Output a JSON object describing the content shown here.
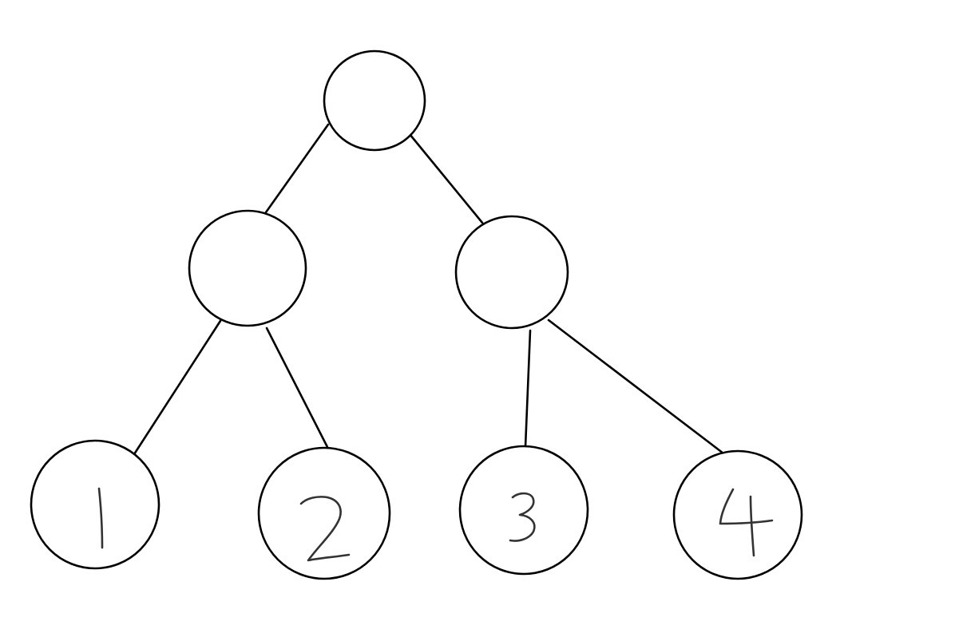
{
  "diagram": {
    "type": "binary-tree",
    "stroke_color": "#000000",
    "label_color": "#333333",
    "nodes": [
      {
        "id": "root",
        "label": ""
      },
      {
        "id": "left-internal",
        "label": ""
      },
      {
        "id": "right-internal",
        "label": ""
      },
      {
        "id": "leaf-1",
        "label": "1"
      },
      {
        "id": "leaf-2",
        "label": "2"
      },
      {
        "id": "leaf-3",
        "label": "3"
      },
      {
        "id": "leaf-4",
        "label": "4"
      }
    ],
    "edges": [
      {
        "from": "root",
        "to": "left-internal"
      },
      {
        "from": "root",
        "to": "right-internal"
      },
      {
        "from": "left-internal",
        "to": "leaf-1"
      },
      {
        "from": "left-internal",
        "to": "leaf-2"
      },
      {
        "from": "right-internal",
        "to": "leaf-3"
      },
      {
        "from": "right-internal",
        "to": "leaf-4"
      }
    ]
  }
}
